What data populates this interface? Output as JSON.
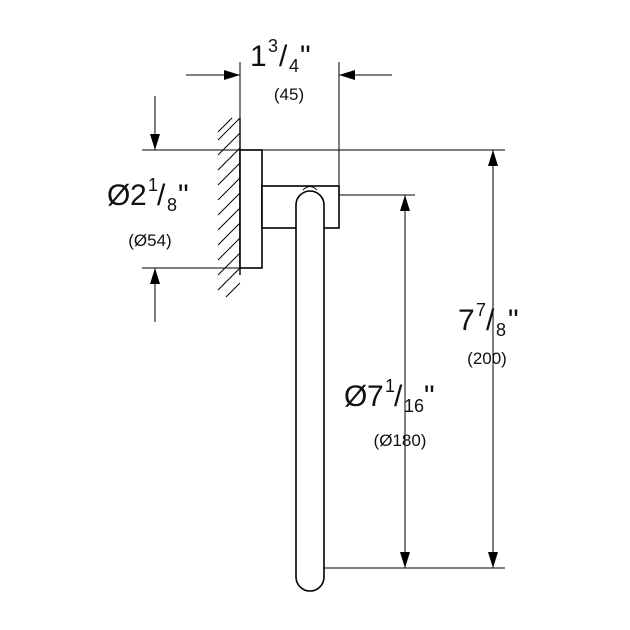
{
  "dimensions": {
    "projection": {
      "whole": "1",
      "num": "3",
      "den": "4",
      "unit": "\"",
      "metric": "(45)"
    },
    "flange_diameter": {
      "symbol": "Ø",
      "whole": "2",
      "num": "1",
      "den": "8",
      "unit": "\"",
      "metric": "(Ø54)"
    },
    "total_height": {
      "whole": "7",
      "num": "7",
      "den": "8",
      "unit": "\"",
      "metric": "(200)"
    },
    "ring_diameter": {
      "symbol": "Ø",
      "whole": "7",
      "num": "1",
      "den": "16",
      "unit": "\"",
      "metric": "(Ø180)"
    }
  }
}
